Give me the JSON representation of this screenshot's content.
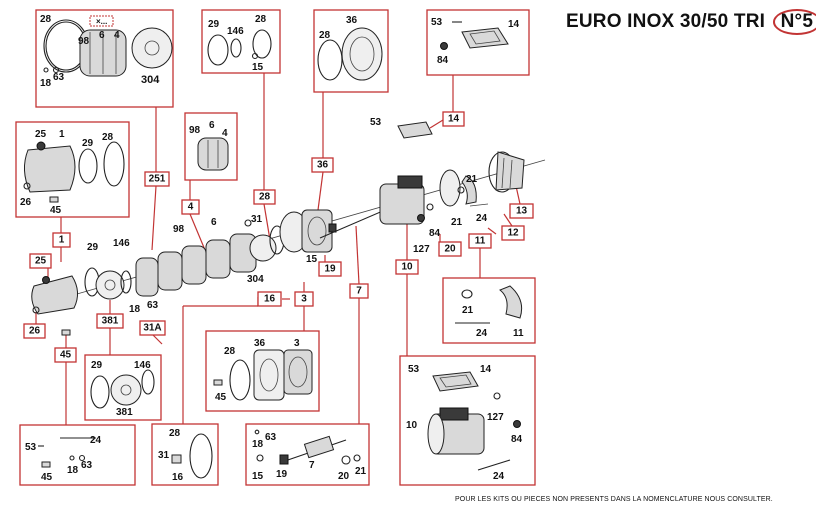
{
  "title": "EURO INOX 30/50 TRI",
  "title_badge": "N°5",
  "footer_note": "POUR LES KITS OU PIECES NON PRESENTS DANS LA NOMENCLATURE NOUS CONSULTER.",
  "missing_mark": "×...",
  "tags": {
    "t251": "251",
    "t4": "4",
    "t28": "28",
    "t36": "36",
    "t14": "14",
    "t1": "1",
    "t25": "25",
    "t26": "26",
    "t45": "45",
    "t381": "381",
    "t31a": "31A",
    "t16": "16",
    "t3": "3",
    "t19": "19",
    "t7": "7",
    "t10": "10",
    "t20": "20",
    "t11": "11",
    "t12": "12",
    "t13": "13"
  },
  "labels": {
    "b251": [
      "28",
      "98",
      "6",
      "4",
      "304",
      "18",
      "63"
    ],
    "b4": [
      "98",
      "6",
      "4"
    ],
    "b28": [
      "29",
      "146",
      "28",
      "15"
    ],
    "b36": [
      "36",
      "28"
    ],
    "b14": [
      "53",
      "14",
      "84"
    ],
    "b1": [
      "25",
      "1",
      "29",
      "28",
      "26",
      "45"
    ],
    "main": [
      "29",
      "146",
      "98",
      "6",
      "31",
      "15",
      "304",
      "18",
      "63",
      "53",
      "84",
      "127",
      "21",
      "24",
      "21"
    ],
    "b381": [
      "29",
      "146",
      "381"
    ],
    "b3": [
      "28",
      "36",
      "3",
      "45"
    ],
    "b11": [
      "21",
      "24",
      "11"
    ],
    "b10": [
      "53",
      "14",
      "127",
      "10",
      "84",
      "24"
    ],
    "b45": [
      "53",
      "24",
      "45",
      "18",
      "63"
    ],
    "b16": [
      "28",
      "31",
      "16"
    ],
    "b7": [
      "18",
      "63",
      "15",
      "19",
      "7",
      "20",
      "21"
    ]
  }
}
